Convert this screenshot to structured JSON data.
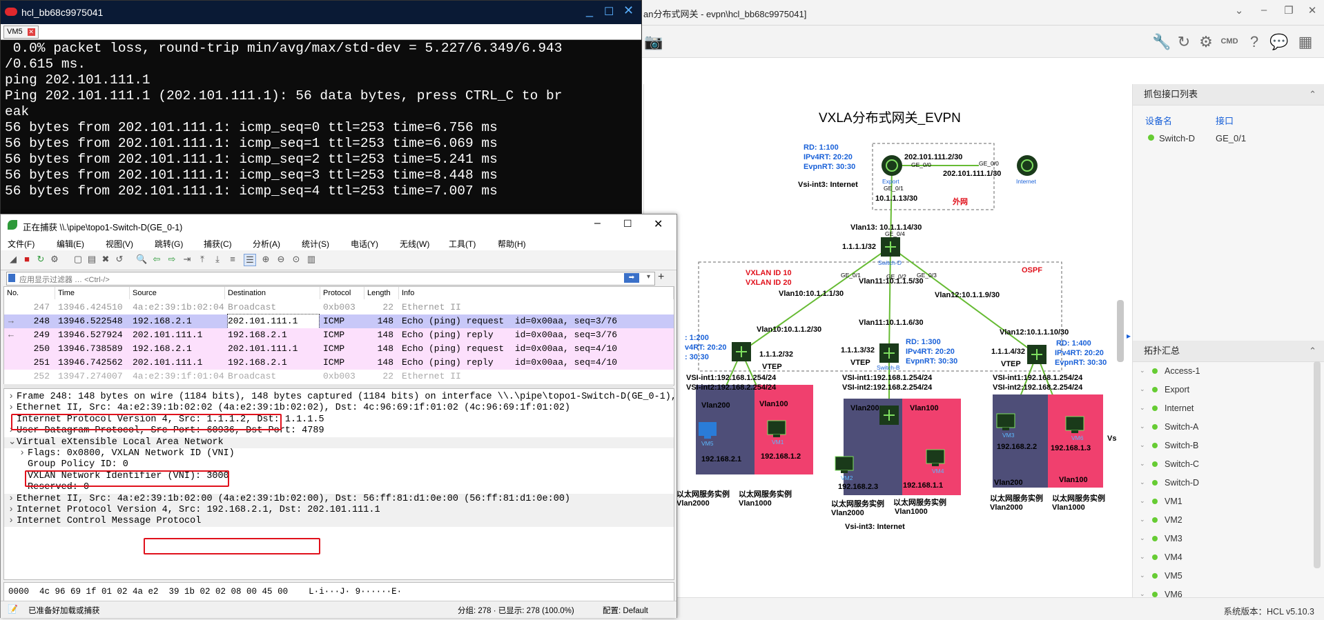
{
  "hcl": {
    "title": "an分布式网关 - evpn\\hcl_bb68c9975041]",
    "toolbar_icons": [
      "wrench-icon",
      "refresh-icon",
      "gear-icon",
      "cmd-icon",
      "help-icon",
      "wechat-icon",
      "grid-icon"
    ],
    "cmd_label": "CMD",
    "capture_panel": {
      "title": "抓包接口列表",
      "col_device": "设备名",
      "col_interface": "接口",
      "rows": [
        {
          "device": "Switch-D",
          "interface": "GE_0/1"
        }
      ]
    },
    "topo_panel": {
      "title": "拓扑汇总",
      "items": [
        "Access-1",
        "Export",
        "Internet",
        "Switch-A",
        "Switch-B",
        "Switch-C",
        "Switch-D",
        "VM1",
        "VM2",
        "VM3",
        "VM4",
        "VM5",
        "VM6"
      ]
    },
    "status": "系统版本：HCL v5.10.3",
    "colors": {
      "accent": "#1860d8",
      "status_dot": "#66cc33",
      "alert": "#e0101b"
    }
  },
  "topology": {
    "title": "VXLA分布式网关_EVPN",
    "export_rd": "RD: 1:100",
    "export_ipv4rt": "IPv4RT: 20:20",
    "export_evpnrt": "EvpnRT: 30:30",
    "vsi_int3_top": "Vsi-int3: Internet",
    "ip_export_uplink": "202.101.111.2/30",
    "ip_internet": "202.101.111.1/30",
    "ge_00_a": "GE_0/0",
    "ge_00_b": "GE_0/0",
    "ge_01_export": "GE_0/1",
    "export_name": "Export",
    "internet_name": "Internet",
    "ip_export_down": "10.1.1.13/30",
    "outer_net": "外网",
    "vlan13": "Vlan13: 10.1.1.14/30",
    "spine_lo": "1.1.1.1/32",
    "spine_ge04": "GE_0/4",
    "spine_name": "Switch-D",
    "vxlan10": "VXLAN ID 10",
    "vxlan20": "VXLAN ID 20",
    "ospf": "OSPF",
    "ge01_spine": "GE_0/1",
    "ge02_spine": "GE_0/2",
    "ge03_spine": "GE_0/3",
    "vlan10_a": "Vlan10:10.1.1.1/30",
    "vlan11_a": "Vlan11:10.1.1.5/30",
    "vlan12_a": "Vlan12:10.1.1.9/30",
    "vlan11_b": "Vlan11:10.1.1.6/30",
    "vlan10_b": "Vlan10:10.1.1.2/30",
    "vlan12_b": "Vlan12:10.1.1.10/30",
    "left_rd": ": 1:200",
    "left_ipv4rt": "v4RT: 20:20",
    "left_evpnrt": ": 30:30",
    "left_lo": "1.1.1.2/32",
    "left_vtep": "VTEP",
    "mid_lo": "1.1.1.3/32",
    "mid_rd": "RD: 1:300",
    "mid_ipv4rt": "IPv4RT: 20:20",
    "mid_evpnrt": "EvpnRT: 30:30",
    "mid_vtep": "VTEP",
    "mid_name": "Switch-B",
    "right_lo": "1.1.1.4/32",
    "right_rd": "RD: 1:400",
    "right_ipv4rt": "IPv4RT: 20:20",
    "right_evpnrt": "EvpnRT: 30:30",
    "right_vtep": "VTEP",
    "left_vsi1": "VSI-int1:192.168.1.254/24",
    "left_vsi2": "VSI-int2:192.168.2.254/24",
    "mid_vsi1": "VSI-int1:192.168.1.254/24",
    "mid_vsi2": "VSI-int2:192.168.2.254/24",
    "right_vsi1": "VSI-int1:192.168.1.254/24",
    "right_vsi2": "VSI-int2:192.168.2.254/24",
    "vlan200_label": "Vlan200",
    "vlan100_label": "Vlan100",
    "vm5": "VM5",
    "vm1": "VM1",
    "vm2": "VM2",
    "vm4": "VM4",
    "vm3": "VM3",
    "vm6": "VM6",
    "ip_vm5": "192.168.2.1",
    "ip_vm1": "192.168.1.2",
    "ip_vm2": "192.168.2.3",
    "ip_vm4": "192.168.1.1",
    "ip_vm3": "192.168.2.2",
    "ip_vm6": "192.168.1.3",
    "svc_instance": "以太网服务实例",
    "vlan2000": "Vlan2000",
    "vlan1000": "Vlan1000",
    "vsi_int3_bottom": "Vsi-int3: Internet",
    "vs_cut": "Vs"
  },
  "terminal": {
    "title": "hcl_bb68c9975041",
    "tab": "VM5",
    "lines": [
      " 0.0% packet loss, round-trip min/avg/max/std-dev = 5.227/6.349/6.943",
      "/0.615 ms.",
      "ping 202.101.111.1",
      "Ping 202.101.111.1 (202.101.111.1): 56 data bytes, press CTRL_C to br",
      "eak",
      "56 bytes from 202.101.111.1: icmp_seq=0 ttl=253 time=6.756 ms",
      "56 bytes from 202.101.111.1: icmp_seq=1 ttl=253 time=6.069 ms",
      "56 bytes from 202.101.111.1: icmp_seq=2 ttl=253 time=5.241 ms",
      "56 bytes from 202.101.111.1: icmp_seq=3 ttl=253 time=8.448 ms",
      "56 bytes from 202.101.111.1: icmp_seq=4 ttl=253 time=7.007 ms"
    ]
  },
  "wireshark": {
    "title": "正在捕获 \\\\.\\pipe\\topo1-Switch-D(GE_0-1)",
    "menus": [
      "文件(F)",
      "编辑(E)",
      "视图(V)",
      "跳转(G)",
      "捕获(C)",
      "分析(A)",
      "统计(S)",
      "电话(Y)",
      "无线(W)",
      "工具(T)",
      "帮助(H)"
    ],
    "filter_placeholder": "应用显示过滤器 … <Ctrl-/>",
    "columns": [
      "No.",
      "Time",
      "Source",
      "Destination",
      "Protocol",
      "Length",
      "Info"
    ],
    "packets": [
      {
        "no": "247",
        "time": "13946.424510",
        "src": "4a:e2:39:1b:02:04",
        "dst": "Broadcast",
        "proto": "0xb003",
        "len": "22",
        "info": "Ethernet II"
      },
      {
        "no": "248",
        "time": "13946.522548",
        "src": "192.168.2.1",
        "dst": "202.101.111.1",
        "proto": "ICMP",
        "len": "148",
        "info": "Echo (ping) request  id=0x00aa, seq=3/76"
      },
      {
        "no": "249",
        "time": "13946.527924",
        "src": "202.101.111.1",
        "dst": "192.168.2.1",
        "proto": "ICMP",
        "len": "148",
        "info": "Echo (ping) reply    id=0x00aa, seq=3/76"
      },
      {
        "no": "250",
        "time": "13946.738589",
        "src": "192.168.2.1",
        "dst": "202.101.111.1",
        "proto": "ICMP",
        "len": "148",
        "info": "Echo (ping) request  id=0x00aa, seq=4/10"
      },
      {
        "no": "251",
        "time": "13946.742562",
        "src": "202.101.111.1",
        "dst": "192.168.2.1",
        "proto": "ICMP",
        "len": "148",
        "info": "Echo (ping) reply    id=0x00aa, seq=4/10"
      },
      {
        "no": "252",
        "time": "13947.274007",
        "src": "4a:e2:39:1f:01:04",
        "dst": "Broadcast",
        "proto": "0xb003",
        "len": "22",
        "info": "Ethernet II"
      }
    ],
    "details": [
      "Frame 248: 148 bytes on wire (1184 bits), 148 bytes captured (1184 bits) on interface \\\\.\\pipe\\topo1-Switch-D(GE_0-1),",
      "Ethernet II, Src: 4a:e2:39:1b:02:02 (4a:e2:39:1b:02:02), Dst: 4c:96:69:1f:01:02 (4c:96:69:1f:01:02)",
      "Internet Protocol Version 4, Src: 1.1.1.2, Dst: 1.1.1.5",
      "User Datagram Protocol, Src Port: 60936, Dst Port: 4789",
      "Virtual eXtensible Local Area Network",
      "Flags: 0x0800, VXLAN Network ID (VNI)",
      "Group Policy ID: 0",
      "VXLAN Network Identifier (VNI): 3000",
      "Reserved: 0",
      "Ethernet II, Src: 4a:e2:39:1b:02:00 (4a:e2:39:1b:02:00), Dst: 56:ff:81:d1:0e:00 (56:ff:81:d1:0e:00)",
      "Internet Protocol Version 4, Src: 192.168.2.1, Dst: 202.101.111.1",
      "Internet Control Message Protocol"
    ],
    "bytes_line": "0000  4c 96 69 1f 01 02 4a e2  39 1b 02 02 08 00 45 00    L·i···J· 9······E·",
    "status_ready": "已准备好加载或捕获",
    "status_groups": "分组: 278 · 已显示: 278 (100.0%)",
    "status_profile": "配置: Default"
  }
}
